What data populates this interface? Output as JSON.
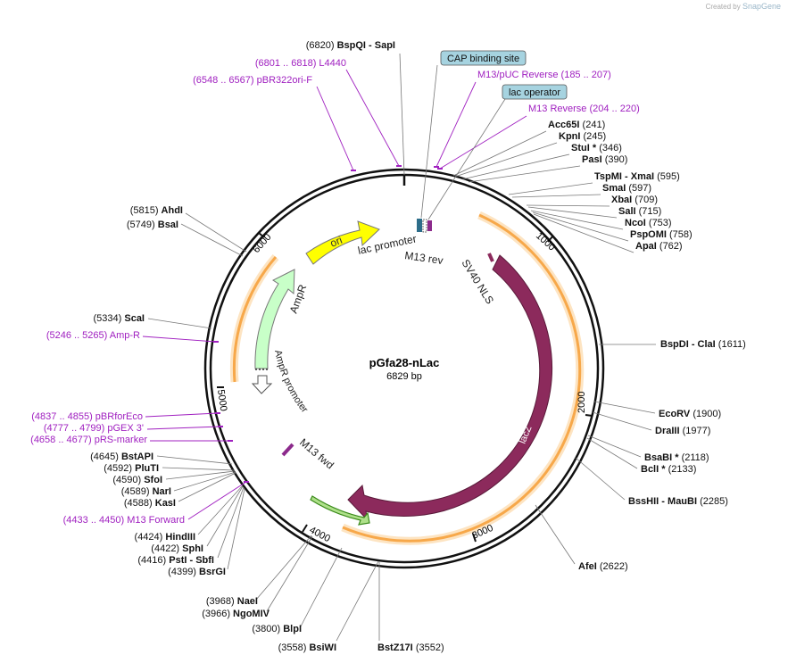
{
  "credit": {
    "prefix": "Created by",
    "brand": "SnapGene"
  },
  "plasmid": {
    "name": "pGfa28-nLac",
    "size_label": "6829 bp",
    "length": 6829
  },
  "colors": {
    "enzyme": "#222222",
    "primer": "#a020c0",
    "feature_label_bg": "#a6d3e0",
    "lacZ": "#8c2a5c",
    "ori": "#ffff00",
    "ampR": "#c8ffc8",
    "orange": "#f7a84a"
  },
  "ticks": [
    {
      "bp": 1000,
      "label": "1000"
    },
    {
      "bp": 2000,
      "label": "2000"
    },
    {
      "bp": 3000,
      "label": "3000"
    },
    {
      "bp": 4000,
      "label": "4000"
    },
    {
      "bp": 5000,
      "label": "5000"
    },
    {
      "bp": 6000,
      "label": "6000"
    }
  ],
  "enzymes": [
    {
      "id": "bspqi",
      "name": "BspQI",
      "suffix": " - SapI",
      "pos_label": "(6820)"
    },
    {
      "id": "acc65i",
      "name": "Acc65I",
      "pos_label": "(241)"
    },
    {
      "id": "kpni",
      "name": "KpnI",
      "pos_label": "(245)"
    },
    {
      "id": "stui",
      "name": "StuI",
      "star": true,
      "pos_label": "(346)"
    },
    {
      "id": "pasi",
      "name": "PasI",
      "pos_label": "(390)"
    },
    {
      "id": "tspmi",
      "name": "TspMI",
      "suffix": " - XmaI",
      "pos_label": "(595)"
    },
    {
      "id": "smai",
      "name": "SmaI",
      "pos_label": "(597)"
    },
    {
      "id": "xbai",
      "name": "XbaI",
      "pos_label": "(709)"
    },
    {
      "id": "sali",
      "name": "SalI",
      "pos_label": "(715)"
    },
    {
      "id": "ncoi",
      "name": "NcoI",
      "pos_label": "(753)"
    },
    {
      "id": "pspomi",
      "name": "PspOMI",
      "pos_label": "(758)"
    },
    {
      "id": "apai",
      "name": "ApaI",
      "pos_label": "(762)"
    },
    {
      "id": "bspdi",
      "name": "BspDI",
      "suffix": " - ClaI",
      "pos_label": "(1611)"
    },
    {
      "id": "ecorv",
      "name": "EcoRV",
      "pos_label": "(1900)"
    },
    {
      "id": "draiii",
      "name": "DraIII",
      "pos_label": "(1977)"
    },
    {
      "id": "bsabi",
      "name": "BsaBI",
      "star": true,
      "pos_label": "(2118)"
    },
    {
      "id": "bcli",
      "name": "BclI",
      "star": true,
      "pos_label": "(2133)"
    },
    {
      "id": "bsshii",
      "name": "BssHII",
      "suffix": " - MauBI",
      "pos_label": "(2285)"
    },
    {
      "id": "afei",
      "name": "AfeI",
      "pos_label": "(2622)"
    },
    {
      "id": "bstz17i",
      "name": "BstZ17I",
      "pos_label": "(3552)"
    },
    {
      "id": "bsiwi",
      "name": "BsiWI",
      "pos_label": "(3558)"
    },
    {
      "id": "blpi",
      "name": "BlpI",
      "pos_label": "(3800)"
    },
    {
      "id": "ngomiv",
      "name": "NgoMIV",
      "pos_label": "(3966)"
    },
    {
      "id": "naei",
      "name": "NaeI",
      "pos_label": "(3968)"
    },
    {
      "id": "bsrgi",
      "name": "BsrGI",
      "pos_label": "(4399)"
    },
    {
      "id": "psti",
      "name": "PstI",
      "suffix": " - SbfI",
      "pos_label": "(4416)"
    },
    {
      "id": "sphi",
      "name": "SphI",
      "pos_label": "(4422)"
    },
    {
      "id": "hindiii",
      "name": "HindIII",
      "pos_label": "(4424)"
    },
    {
      "id": "kasi",
      "name": "KasI",
      "pos_label": "(4588)"
    },
    {
      "id": "nari",
      "name": "NarI",
      "pos_label": "(4589)"
    },
    {
      "id": "sfoi",
      "name": "SfoI",
      "pos_label": "(4590)"
    },
    {
      "id": "pluti",
      "name": "PluTI",
      "pos_label": "(4592)"
    },
    {
      "id": "bstapi",
      "name": "BstAPI",
      "pos_label": "(4645)"
    },
    {
      "id": "scai",
      "name": "ScaI",
      "pos_label": "(5334)"
    },
    {
      "id": "bsai",
      "name": "BsaI",
      "pos_label": "(5749)"
    },
    {
      "id": "ahdi",
      "name": "AhdI",
      "pos_label": "(5815)"
    }
  ],
  "primers": [
    {
      "id": "l4440",
      "label": "(6801 .. 6818)  L4440"
    },
    {
      "id": "pbr322ori",
      "label": "(6548 .. 6567)  pBR322ori-F"
    },
    {
      "id": "m13puc",
      "label": "M13/pUC Reverse     (185 .. 207)"
    },
    {
      "id": "m13rev-primer",
      "label": "M13 Reverse     (204 .. 220)"
    },
    {
      "id": "ampr-primer",
      "label": "(5246 .. 5265)  Amp-R"
    },
    {
      "id": "pbrforeco",
      "label": "(4837 .. 4855)  pBRforEco"
    },
    {
      "id": "pgex3",
      "label": "(4777 .. 4799)  pGEX 3'"
    },
    {
      "id": "prsmarker",
      "label": "(4658 .. 4677)  pRS-marker"
    },
    {
      "id": "m13fwd-primer",
      "label": "(4433 .. 4450)  M13 Forward"
    }
  ],
  "boxed_features": [
    {
      "id": "cap",
      "label": "CAP binding site"
    },
    {
      "id": "lacop",
      "label": "lac operator"
    }
  ],
  "inner_features": [
    {
      "id": "ori",
      "label": "ori"
    },
    {
      "id": "ampr",
      "label": "AmpR"
    },
    {
      "id": "ampr-promoter",
      "label": "AmpR promoter"
    },
    {
      "id": "lac-promoter",
      "label": "lac promoter"
    },
    {
      "id": "m13-rev",
      "label": "M13 rev"
    },
    {
      "id": "sv40-nls",
      "label": "SV40 NLS"
    },
    {
      "id": "lacz",
      "label": "lacZ"
    },
    {
      "id": "m13-fwd",
      "label": "M13 fwd"
    }
  ]
}
